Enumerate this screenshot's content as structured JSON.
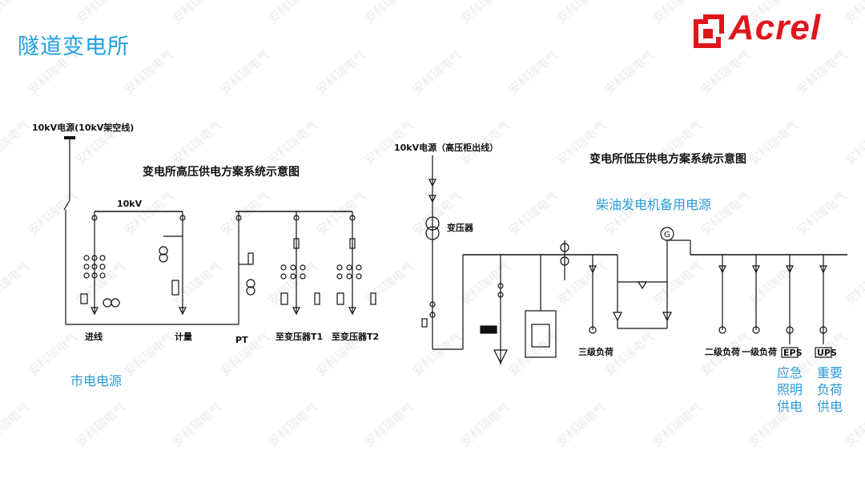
{
  "page_title": "隧道变电所",
  "brand": {
    "name": "Acrel",
    "color": "#e0161c"
  },
  "watermark": "安科瑞电气",
  "accent_color": "#1fa0e0",
  "hv_diagram": {
    "title": "变电所高压供电方案系统示意图",
    "source_label": "10kV电源(10kV架空线)",
    "bus_label": "10kV",
    "feeders": [
      "进线",
      "计量",
      "PT",
      "至变压器T1",
      "至变压器T2"
    ],
    "caption": "市电电源"
  },
  "lv_diagram": {
    "title": "变电所低压供电方案系统示意图",
    "source_label": "10kV电源（高压柜出线）",
    "transformer_label": "变压器",
    "generator_caption": "柴油发电机备用电源",
    "generator_symbol": "G",
    "loads": [
      "三级负荷",
      "二级负荷",
      "一级负荷"
    ],
    "eps_label": "EPS",
    "ups_label": "UPS",
    "eps_caption": "应急照明供电",
    "ups_caption": "重要负荷供电"
  }
}
